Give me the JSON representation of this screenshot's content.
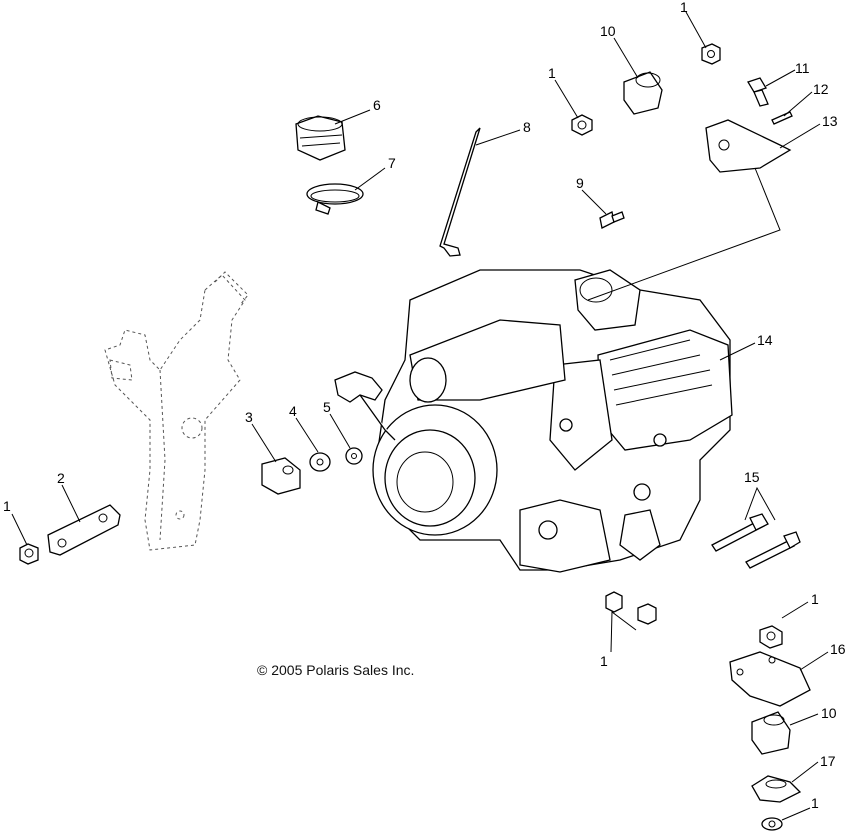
{
  "copyright": "© 2005 Polaris Sales Inc.",
  "callouts": [
    {
      "id": "c1a",
      "label": "1"
    },
    {
      "id": "c1b",
      "label": "1"
    },
    {
      "id": "c1c",
      "label": "1"
    },
    {
      "id": "c1d",
      "label": "1"
    },
    {
      "id": "c1e",
      "label": "1"
    },
    {
      "id": "c1f",
      "label": "1"
    },
    {
      "id": "c2",
      "label": "2"
    },
    {
      "id": "c3",
      "label": "3"
    },
    {
      "id": "c4",
      "label": "4"
    },
    {
      "id": "c5",
      "label": "5"
    },
    {
      "id": "c6",
      "label": "6"
    },
    {
      "id": "c7",
      "label": "7"
    },
    {
      "id": "c8",
      "label": "8"
    },
    {
      "id": "c9",
      "label": "9"
    },
    {
      "id": "c10a",
      "label": "10"
    },
    {
      "id": "c10b",
      "label": "10"
    },
    {
      "id": "c11",
      "label": "11"
    },
    {
      "id": "c12",
      "label": "12"
    },
    {
      "id": "c13",
      "label": "13"
    },
    {
      "id": "c14",
      "label": "14"
    },
    {
      "id": "c15",
      "label": "15"
    },
    {
      "id": "c16",
      "label": "16"
    },
    {
      "id": "c17",
      "label": "17"
    }
  ]
}
